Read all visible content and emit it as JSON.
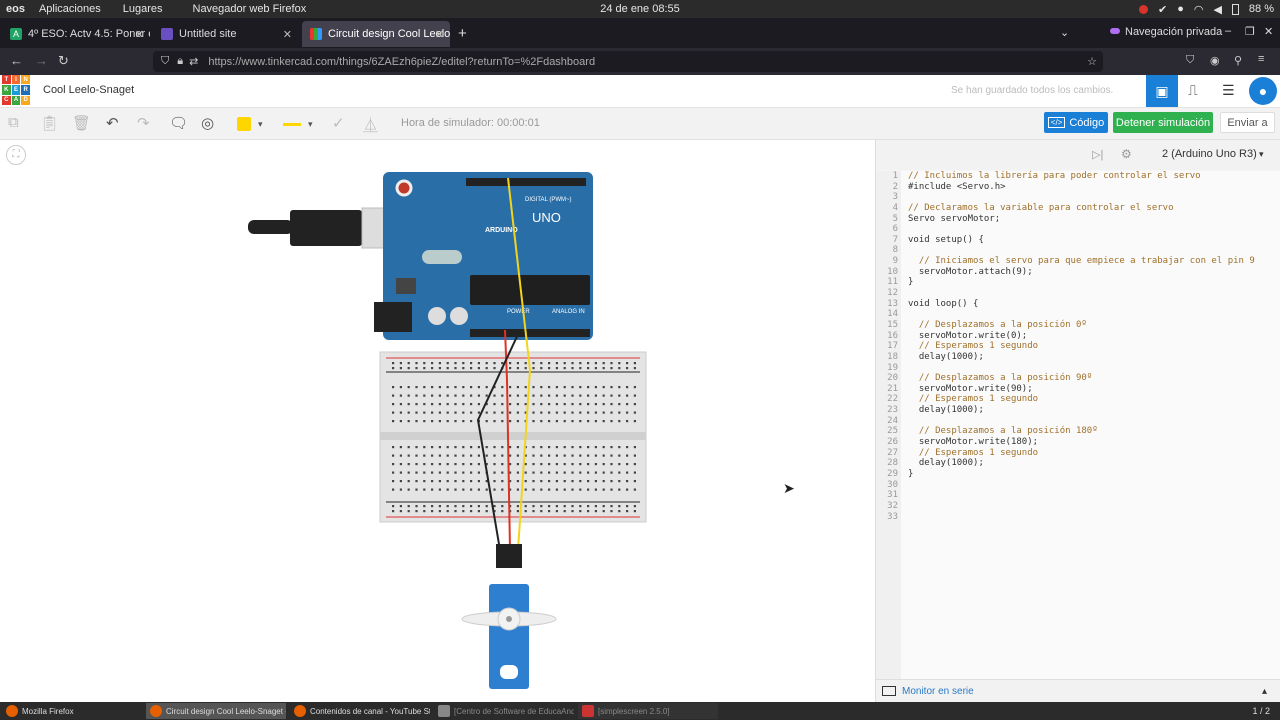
{
  "os": {
    "logo": "eos",
    "menu": [
      "Aplicaciones",
      "Lugares",
      "Navegador web Firefox"
    ],
    "datetime": "24 de ene  08:55",
    "battery": "88 %"
  },
  "tabs": [
    {
      "label": "4º ESO: Actv 4.5: Poner e",
      "icon": "letter-a-icon"
    },
    {
      "label": "Untitled site",
      "icon": "site-icon"
    },
    {
      "label": "Circuit design Cool Leelo",
      "icon": "tinkercad-icon"
    }
  ],
  "private_label": "Navegación privada",
  "url": "https://www.tinkercad.com/things/6ZAEzh6pieZ/editel?returnTo=%2Fdashboard",
  "tinkercad": {
    "logo_letters": [
      "T",
      "I",
      "N",
      "K",
      "E",
      "R",
      "C",
      "A",
      "D"
    ],
    "project": "Cool Leelo-Snaget",
    "saved": "Se han guardado todos los cambios.",
    "sim_time": "Hora de simulador: 00:00:01",
    "code_btn": "Código",
    "stop_btn": "Detener simulación",
    "send_btn": "Enviar a",
    "board_select": "2 (Arduino Uno R3)",
    "serial": "Monitor en serie"
  },
  "code_lines": [
    {
      "n": "1",
      "t": "// Incluimos la librería para poder controlar el servo",
      "k": "cm"
    },
    {
      "n": "2",
      "t": "#include <Servo.h>",
      "k": ""
    },
    {
      "n": "3",
      "t": "",
      "k": ""
    },
    {
      "n": "4",
      "t": "// Declaramos la variable para controlar el servo",
      "k": "cm"
    },
    {
      "n": "5",
      "t": "Servo servoMotor;",
      "k": ""
    },
    {
      "n": "6",
      "t": "",
      "k": ""
    },
    {
      "n": "7",
      "t": "void setup() {",
      "k": ""
    },
    {
      "n": "8",
      "t": "",
      "k": ""
    },
    {
      "n": "9",
      "t": "  // Iniciamos el servo para que empiece a trabajar con el pin 9",
      "k": "cm"
    },
    {
      "n": "10",
      "t": "  servoMotor.attach(9);",
      "k": ""
    },
    {
      "n": "11",
      "t": "}",
      "k": ""
    },
    {
      "n": "12",
      "t": "",
      "k": ""
    },
    {
      "n": "13",
      "t": "void loop() {",
      "k": ""
    },
    {
      "n": "14",
      "t": "",
      "k": ""
    },
    {
      "n": "15",
      "t": "  // Desplazamos a la posición 0º",
      "k": "cm"
    },
    {
      "n": "16",
      "t": "  servoMotor.write(0);",
      "k": ""
    },
    {
      "n": "17",
      "t": "  // Esperamos 1 segundo",
      "k": "cm"
    },
    {
      "n": "18",
      "t": "  delay(1000);",
      "k": ""
    },
    {
      "n": "19",
      "t": "",
      "k": ""
    },
    {
      "n": "20",
      "t": "  // Desplazamos a la posición 90º",
      "k": "cm"
    },
    {
      "n": "21",
      "t": "  servoMotor.write(90);",
      "k": ""
    },
    {
      "n": "22",
      "t": "  // Esperamos 1 segundo",
      "k": "cm"
    },
    {
      "n": "23",
      "t": "  delay(1000);",
      "k": ""
    },
    {
      "n": "24",
      "t": "",
      "k": ""
    },
    {
      "n": "25",
      "t": "  // Desplazamos a la posición 180º",
      "k": "cm"
    },
    {
      "n": "26",
      "t": "  servoMotor.write(180);",
      "k": ""
    },
    {
      "n": "27",
      "t": "  // Esperamos 1 segundo",
      "k": "cm"
    },
    {
      "n": "28",
      "t": "  delay(1000);",
      "k": ""
    },
    {
      "n": "29",
      "t": "}",
      "k": ""
    },
    {
      "n": "30",
      "t": "",
      "k": ""
    },
    {
      "n": "31",
      "t": "",
      "k": ""
    },
    {
      "n": "32",
      "t": "",
      "k": ""
    },
    {
      "n": "33",
      "t": "",
      "k": ""
    }
  ],
  "board": {
    "name": "ARDUINO",
    "model": "UNO",
    "digital": "DIGITAL (PWM~)",
    "power": "POWER",
    "analog": "ANALOG IN"
  },
  "taskbar": [
    {
      "label": "Mozilla Firefox"
    },
    {
      "label": "Circuit design Cool Leelo-Snaget - ..."
    },
    {
      "label": "Contenidos de canal - YouTube St..."
    },
    {
      "label": "[Centro de Software de EducaAnd..."
    },
    {
      "label": "[simplescreen 2.5.0]"
    }
  ],
  "workspace": "1 / 2",
  "colors": {
    "accent": "#1a7fd6",
    "stop": "#2fb14f",
    "arduino": "#2a6ea8",
    "servo": "#2f7fd1"
  }
}
